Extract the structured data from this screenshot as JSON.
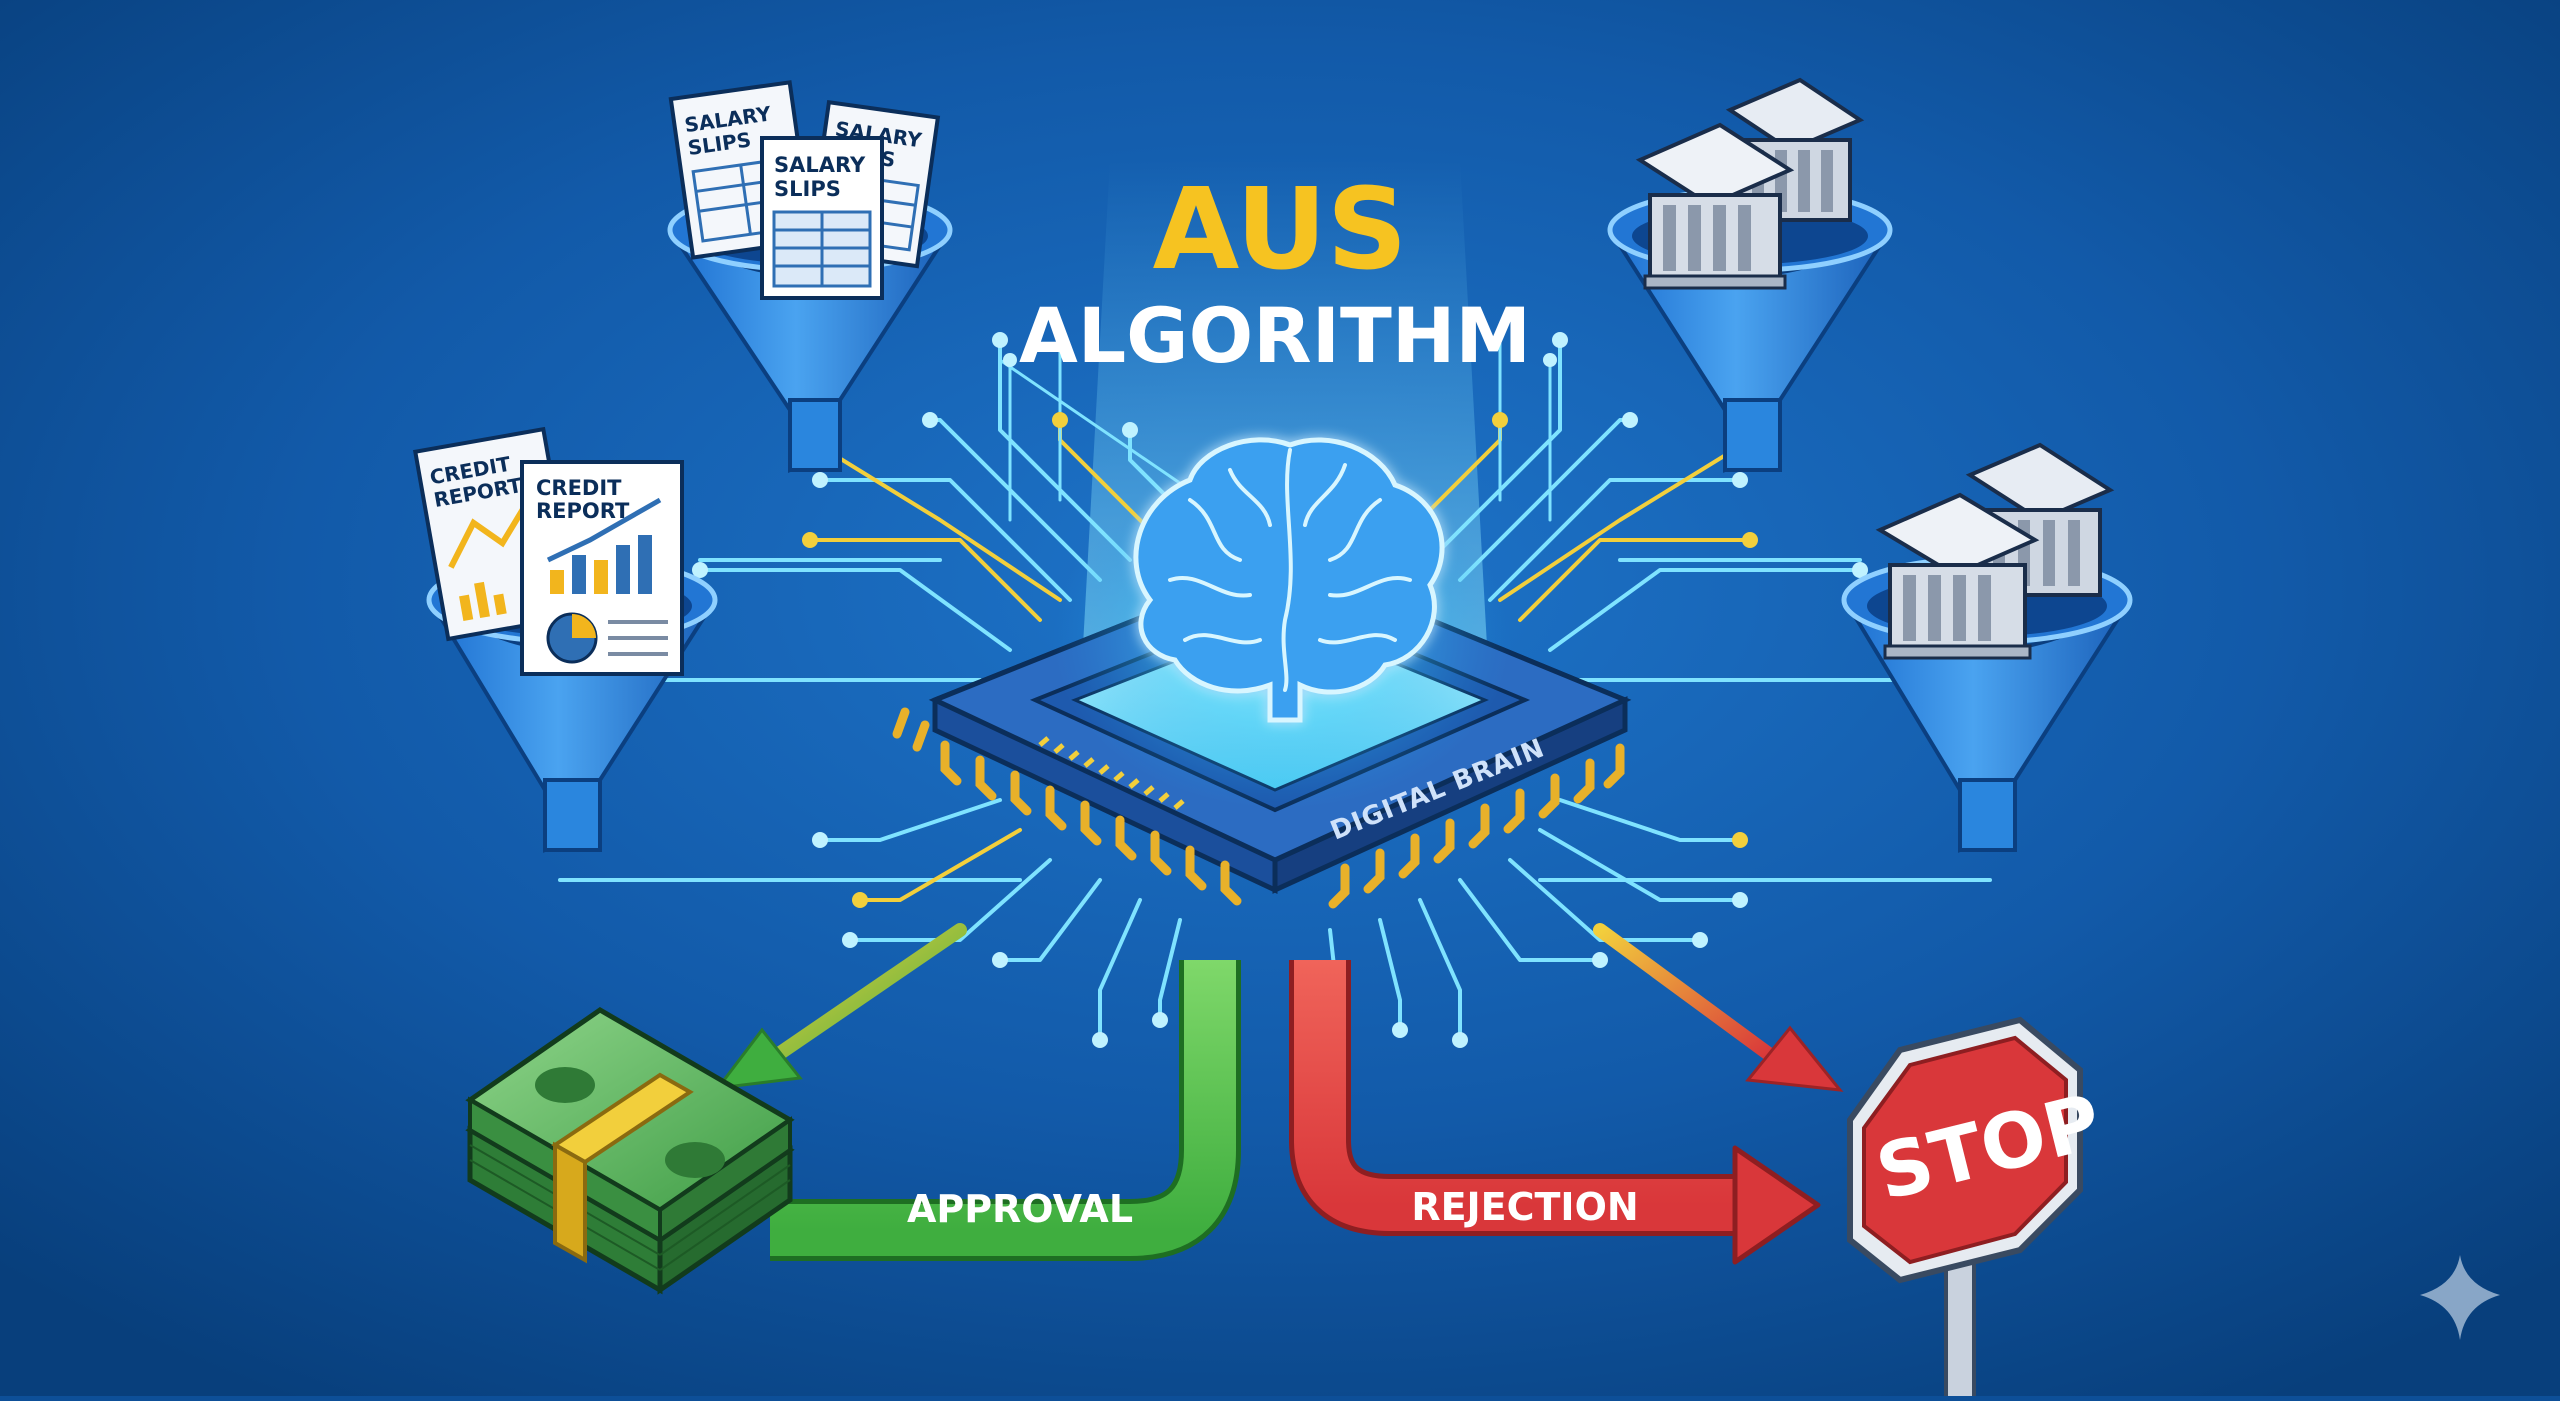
{
  "title": {
    "main": "AUS",
    "sub": "ALGORITHM"
  },
  "chip": {
    "label": "DIGITAL BRAIN"
  },
  "documents": {
    "salary_a": [
      "SALARY",
      "SLIPS"
    ],
    "salary_b": [
      "SALARY",
      "SLIPS"
    ],
    "salary_c": [
      "SALARY",
      "SLIPS"
    ],
    "credit_a": [
      "CREDIT",
      "REPORT"
    ],
    "credit_b": [
      "CREDIT",
      "REPORT"
    ]
  },
  "outcomes": {
    "approval": "APPROVAL",
    "rejection": "REJECTION",
    "stop": "STOP"
  },
  "colors": {
    "background": "#0d4f98",
    "title_yellow": "#f6c321",
    "approval_green": "#3fae3f",
    "rejection_red": "#d9373a",
    "circuit_cyan": "#7fe3ff",
    "circuit_yellow": "#f2cf3c",
    "pin_gold": "#e8b12a"
  },
  "icons": [
    "funnel-icon",
    "salary-slip-icon",
    "credit-report-icon",
    "bank-icon",
    "brain-icon",
    "chip-icon",
    "money-stack-icon",
    "stop-sign-icon",
    "sparkle-icon"
  ]
}
